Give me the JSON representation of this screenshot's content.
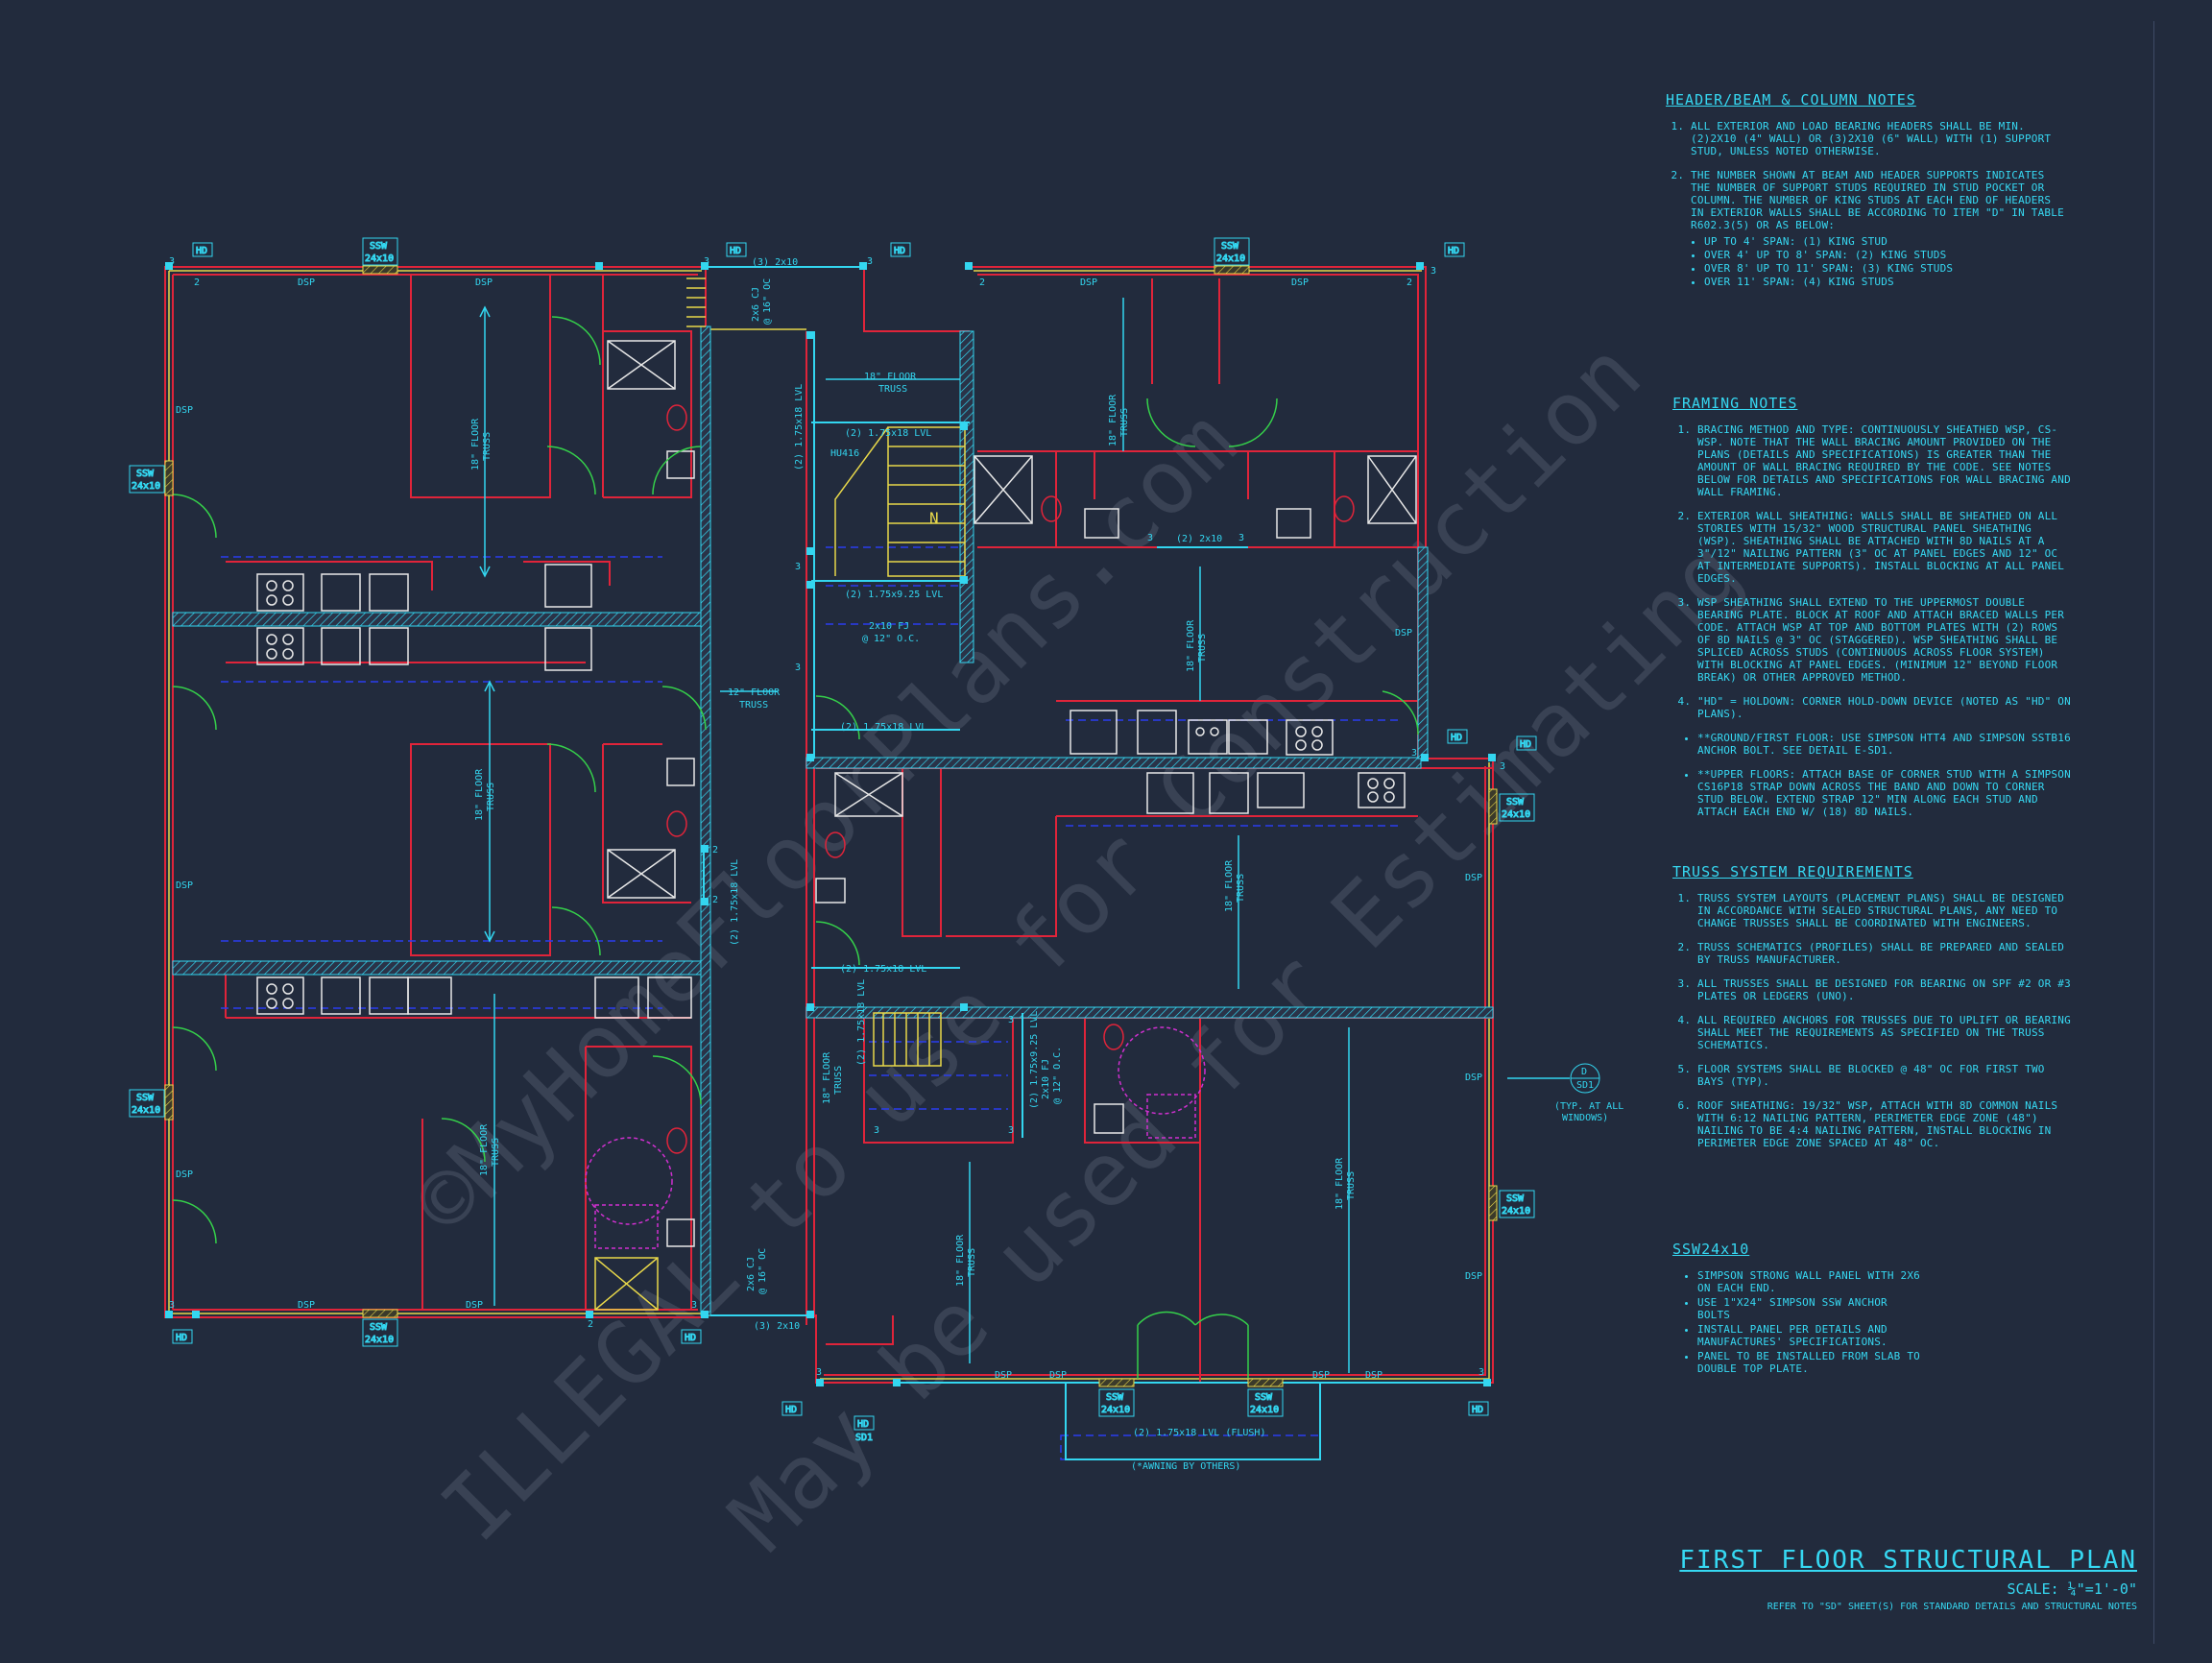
{
  "colors": {
    "background": "#222b3d",
    "wall": "#e0243a",
    "cyan": "#33d6f0",
    "yellow": "#e8d84a",
    "green": "#35d04a",
    "blue": "#2a3cf0",
    "white": "#e8e8e8",
    "magenta": "#d030d0"
  },
  "watermark": {
    "line1": "©MyHomeFloorPlans.com",
    "line2": "ILLEGAL to use for Construction",
    "line3": "May be used for Estimating"
  },
  "plan_labels": {
    "hd": "HD",
    "ssw": "SSW",
    "ssw_size": "24x10",
    "dsp": "DSP",
    "floor_truss_18": "18\" FLOOR",
    "floor_truss_12": "12\" FLOOR",
    "truss": "TRUSS",
    "lvl_175x18": "(2) 1.75x18 LVL",
    "lvl_175x925": "(2) 1.75x9.25 LVL",
    "two_by_ten": "(3) 2x10",
    "two_by_ten_b": "(2) 2x10",
    "fj_2x10": "2x10 FJ",
    "fj_spacing": "@ 12\" O.C.",
    "hu416": "HU416",
    "cj": "2x6 CJ",
    "cj_spacing": "@ 16\" OC",
    "lvl_flush": "(2) 1.75x18 LVL (FLUSH)",
    "awning": "(*AWNING BY OTHERS)",
    "detail_d": "D",
    "detail_sheet": "SD1",
    "detail_note_1": "(TYP. AT ALL",
    "detail_note_2": "WINDOWS)",
    "marker_3": "3",
    "marker_2": "2",
    "hd_sd1": "SD1",
    "north": "N"
  },
  "notes": {
    "header_title": "HEADER/BEAM & COLUMN NOTES",
    "header_items": [
      "ALL EXTERIOR AND LOAD BEARING HEADERS SHALL BE MIN. (2)2x10 (4\" WALL) OR (3)2x10 (6\" WALL) WITH (1) SUPPORT STUD, UNLESS NOTED OTHERWISE.",
      "THE NUMBER SHOWN AT BEAM AND HEADER SUPPORTS INDICATES THE NUMBER OF SUPPORT STUDS REQUIRED IN STUD POCKET OR COLUMN. THE NUMBER OF KING STUDS AT EACH END OF HEADERS IN EXTERIOR WALLS SHALL BE ACCORDING TO ITEM \"d\" IN TABLE R602.3(5) OR AS BELOW:"
    ],
    "header_sub": [
      "UP TO 4' SPAN: (1) KING STUD",
      "OVER 4' UP TO 8' SPAN: (2) KING STUDS",
      "OVER 8' UP TO 11' SPAN: (3) KING STUDS",
      "OVER 11' SPAN: (4) KING STUDS"
    ],
    "framing_title": "FRAMING NOTES",
    "framing_items": [
      "BRACING METHOD AND TYPE: CONTINUOUSLY SHEATHED WSP, CS-WSP. NOTE THAT THE WALL BRACING AMOUNT PROVIDED ON THE PLANS (DETAILS AND SPECIFICATIONS) IS GREATER THAN THE AMOUNT OF WALL BRACING REQUIRED BY THE CODE. SEE NOTES BELOW FOR DETAILS AND SPECIFICATIONS FOR WALL BRACING AND WALL FRAMING.",
      "EXTERIOR WALL SHEATHING: WALLS SHALL BE SHEATHED ON ALL STORIES WITH 15/32\" WOOD STRUCTURAL PANEL SHEATHING (WSP). SHEATHING SHALL BE ATTACHED WITH 8d NAILS AT A 3\"/12\" NAILING PATTERN (3\" OC AT PANEL EDGES AND 12\" OC AT INTERMEDIATE SUPPORTS). INSTALL BLOCKING AT ALL PANEL EDGES.",
      "WSP SHEATHING SHALL EXTEND TO THE UPPERMOST DOUBLE BEARING PLATE. BLOCK AT ROOF AND ATTACH BRACED WALLS PER CODE. ATTACH WSP AT TOP AND BOTTOM PLATES WITH (2) ROWS OF 8d NAILS @ 3\" OC (STAGGERED). WSP SHEATHING SHALL BE SPLICED ACROSS STUDS (CONTINUOUS ACROSS FLOOR SYSTEM) WITH BLOCKING AT PANEL EDGES. (MINIMUM 12\" BEYOND FLOOR BREAK) OR OTHER APPROVED METHOD.",
      "\"HD\" = HOLDOWN: CORNER HOLD-DOWN DEVICE (NOTED AS \"HD\" ON PLANS)."
    ],
    "framing_bullets": [
      "**GROUND/FIRST FLOOR: USE SIMPSON HTT4 AND SIMPSON SSTB16 ANCHOR BOLT. SEE DETAIL E-SD1.",
      "**UPPER FLOORS: ATTACH BASE OF CORNER STUD WITH A SIMPSON CS16P18 STRAP DOWN ACROSS THE BAND AND DOWN TO CORNER STUD BELOW. EXTEND STRAP 12\" MIN ALONG EACH STUD AND ATTACH EACH END W/ (18) 8d NAILS."
    ],
    "truss_title": "TRUSS SYSTEM REQUIREMENTS",
    "truss_items": [
      "TRUSS SYSTEM LAYOUTS (PLACEMENT PLANS) SHALL BE DESIGNED IN ACCORDANCE WITH SEALED STRUCTURAL PLANS, ANY NEED TO CHANGE TRUSSES SHALL BE COORDINATED WITH ENGINEERS.",
      "TRUSS SCHEMATICS (PROFILES) SHALL BE PREPARED AND SEALED BY TRUSS MANUFACTURER.",
      "ALL TRUSSES SHALL BE DESIGNED FOR BEARING ON SPF #2 OR #3 PLATES OR LEDGERS (UNO).",
      "ALL REQUIRED ANCHORS FOR TRUSSES DUE TO UPLIFT OR BEARING SHALL MEET THE REQUIREMENTS AS SPECIFIED ON THE TRUSS SCHEMATICS.",
      "FLOOR SYSTEMS SHALL BE BLOCKED @ 48\" OC FOR FIRST TWO BAYS (TYP).",
      "ROOF SHEATHING: 19/32\" WSP, ATTACH WITH 8d COMMON NAILS WITH 6:12 NAILING PATTERN, PERIMETER EDGE ZONE (48\") NAILING TO BE 4:4 NAILING PATTERN, INSTALL BLOCKING IN PERIMETER EDGE ZONE SPACED AT 48\" OC."
    ],
    "ssw_title": "SSW24x10",
    "ssw_items": [
      "SIMPSON STRONG WALL PANEL WITH 2x6 ON EACH END.",
      "USE 1\"x24\" SIMPSON SSW ANCHOR BOLTS",
      "INSTALL PANEL PER DETAILS AND MANUFACTURES' SPECIFICATIONS.",
      "PANEL TO BE INSTALLED FROM SLAB TO DOUBLE TOP PLATE."
    ]
  },
  "title_block": {
    "title": "FIRST FLOOR STRUCTURAL PLAN",
    "scale": "SCALE: ¼\"=1'-0\"",
    "refer": "REFER TO \"SD\" SHEET(S) FOR STANDARD DETAILS AND STRUCTURAL NOTES"
  }
}
